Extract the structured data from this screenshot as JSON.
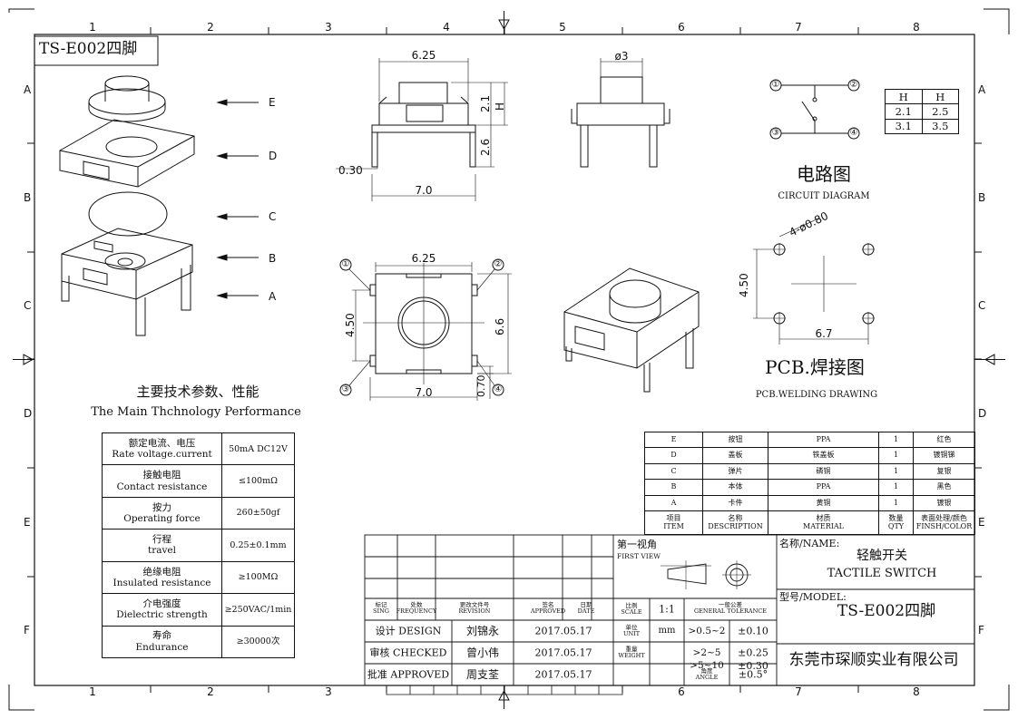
{
  "border": {
    "cols_top": [
      "1",
      "2",
      "3",
      "4",
      "5",
      "6",
      "7",
      "8"
    ],
    "cols_bottom": [
      "1",
      "2",
      "3",
      "6",
      "7",
      "8"
    ],
    "rows": [
      "A",
      "B",
      "C",
      "D",
      "E",
      "F"
    ]
  },
  "model_title": "TS-E002四脚",
  "exploded": {
    "labels": [
      "E",
      "D",
      "C",
      "B",
      "A"
    ]
  },
  "views": {
    "front": {
      "width_top": "6.25",
      "width_bottom": "7.0",
      "lead": "0.30",
      "h1": "2.1",
      "h2": "2.6",
      "h": "H"
    },
    "side": {
      "dia": "ø3"
    },
    "top": {
      "width_top": "6.25",
      "width_bottom": "7.0",
      "height_left": "4.50",
      "height_right": "6.6",
      "pin_gap": "0.70",
      "pins": [
        "①",
        "②",
        "③",
        "④"
      ]
    }
  },
  "circuit": {
    "pins": [
      "①",
      "②",
      "③",
      "④"
    ],
    "title_cn": "电路图",
    "title_en": "CIRCUIT DIAGRAM"
  },
  "h_table": {
    "rows": [
      [
        "H",
        "H"
      ],
      [
        "2.1",
        "2.5"
      ],
      [
        "3.1",
        "3.5"
      ]
    ]
  },
  "pcb": {
    "hole": "4-ø0.80",
    "dim_v": "4.50",
    "dim_h": "6.7",
    "title_cn": "PCB.焊接图",
    "title_en": "PCB.WELDING DRAWING"
  },
  "performance": {
    "title_cn": "主要技术参数、性能",
    "title_en": "The Main Thchnology Performance",
    "rows": [
      {
        "cn": "额定电流、电压",
        "en": "Rate voltage.current",
        "val": "50mA DC12V"
      },
      {
        "cn": "接触电阻",
        "en": "Contact resistance",
        "val": "≤100mΩ"
      },
      {
        "cn": "按力",
        "en": "Operating force",
        "val": "260±50gf"
      },
      {
        "cn": "行程",
        "en": "travel",
        "val": "0.25±0.1mm"
      },
      {
        "cn": "绝缘电阻",
        "en": "Insulated resistance",
        "val": "≥100MΩ"
      },
      {
        "cn": "介电强度",
        "en": "Dielectric strength",
        "val": "≥250VAC/1min"
      },
      {
        "cn": "寿命",
        "en": "Endurance",
        "val": "≥30000次"
      }
    ]
  },
  "bom": {
    "rows": [
      [
        "E",
        "按钮",
        "PPA",
        "1",
        "红色"
      ],
      [
        "D",
        "盖板",
        "铁盖板",
        "1",
        "镀铜锑"
      ],
      [
        "C",
        "弹片",
        "磷铜",
        "1",
        "复银"
      ],
      [
        "B",
        "本体",
        "PPA",
        "1",
        "黑色"
      ],
      [
        "A",
        "卡件",
        "黄铜",
        "1",
        "镀银"
      ]
    ],
    "header": [
      [
        "项目",
        "ITEM"
      ],
      [
        "名称",
        "DESCRIPTION"
      ],
      [
        "材质",
        "MATERIAL"
      ],
      [
        "数量",
        "QTY"
      ],
      [
        "表面处理/颜色",
        "FINSH/COLOR"
      ]
    ]
  },
  "title_block": {
    "rev_headers": [
      [
        "标记",
        "SING"
      ],
      [
        "处数",
        "FREQUENCY"
      ],
      [
        "更改文件号",
        "REVISION"
      ],
      [
        "签名",
        "APPROVED"
      ],
      [
        "日期",
        "DATE"
      ]
    ],
    "approvals": [
      {
        "role": "设计 DESIGN",
        "name": "刘锦永",
        "date": "2017.05.17"
      },
      {
        "role": "审核 CHECKED",
        "name": "曾小伟",
        "date": "2017.05.17"
      },
      {
        "role": "批准 APPROVED",
        "name": "周支荃",
        "date": "2017.05.17"
      }
    ],
    "first_view_cn": "第一视角",
    "first_view_en": "FIRST VIEW",
    "scale_cn": "比例",
    "scale_en": "SCALE",
    "scale": "1:1",
    "unit_cn": "单位",
    "unit_en": "UNIT",
    "unit": "mm",
    "weight_cn": "重量",
    "weight_en": "WEIGHT",
    "angle_cn": "角度",
    "angle_en": "ANGLE",
    "tol_cn": "一般公差",
    "tol_en": "GENERAL TOLERANCE",
    "tolerances": [
      [
        ">0.5~2",
        "±0.10"
      ],
      [
        ">2~5",
        "±0.25"
      ],
      [
        ">5~10",
        "±0.30"
      ]
    ],
    "angle_tol": "±0.5°",
    "name_label": "名称/NAME:",
    "name_cn": "轻触开关",
    "name_en": "TACTILE SWITCH",
    "model_label": "型号/MODEL:",
    "model": "TS-E002四脚",
    "company": "东莞市琛顺实业有限公司"
  }
}
